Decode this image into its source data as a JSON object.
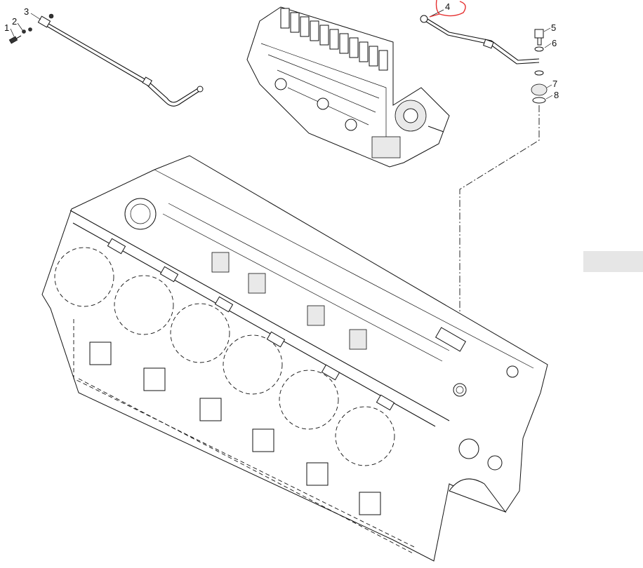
{
  "diagram": {
    "callouts": [
      {
        "id": "1",
        "text": "1"
      },
      {
        "id": "2",
        "text": "2"
      },
      {
        "id": "3",
        "text": "3"
      },
      {
        "id": "4",
        "text": "4"
      },
      {
        "id": "5",
        "text": "5"
      },
      {
        "id": "6",
        "text": "6"
      },
      {
        "id": "7",
        "text": "7"
      },
      {
        "id": "8",
        "text": "8"
      }
    ],
    "highlight_color": "#e53030",
    "line_color": "#111111",
    "panel_color": "#e6e6e6"
  }
}
